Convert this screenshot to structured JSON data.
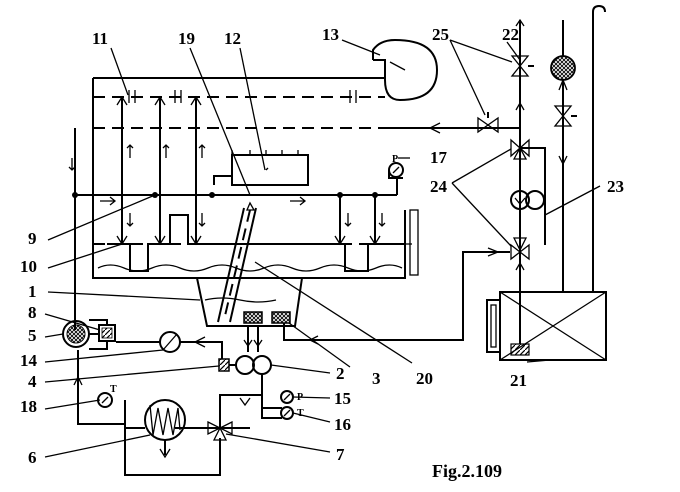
{
  "figure": {
    "caption": "Fig.2.109",
    "labels": [
      "1",
      "2",
      "3",
      "4",
      "5",
      "6",
      "7",
      "8",
      "9",
      "10",
      "11",
      "12",
      "13",
      "14",
      "15",
      "16",
      "17",
      "18",
      "19",
      "20",
      "21",
      "22",
      "23",
      "24",
      "25"
    ],
    "gauge_marks": {
      "pressure": "P",
      "temperature": "T"
    }
  }
}
